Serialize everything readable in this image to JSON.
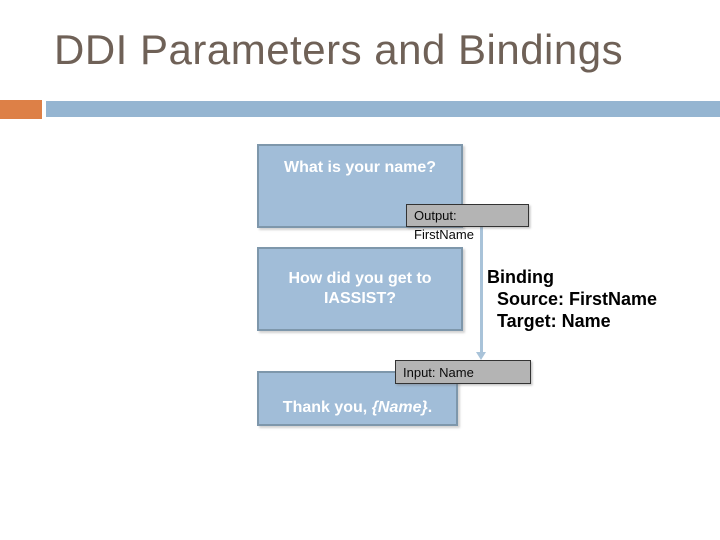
{
  "slide": {
    "title": "DDI Parameters and Bindings"
  },
  "colors": {
    "accent_orange": "#DD8047",
    "accent_blue_bar": "#95B5D1",
    "question_box_fill": "#A1BDD8",
    "question_box_border": "#7E97AB",
    "tag_fill": "#B4B4B4",
    "arrow_blue": "#A9C3D9",
    "title_text": "#6F6157"
  },
  "diagram": {
    "question1": {
      "label": "What is your name?"
    },
    "output_tag": {
      "line1": "Output:",
      "line2": "FirstName"
    },
    "question2": {
      "label": "How did you get to IASSIST?"
    },
    "binding": {
      "title": "Binding",
      "source": "Source: FirstName",
      "target": "Target: Name"
    },
    "input_tag": {
      "label": "Input: Name"
    },
    "question3": {
      "prefix": "Thank you, ",
      "variable": "{Name}",
      "suffix": "."
    }
  }
}
